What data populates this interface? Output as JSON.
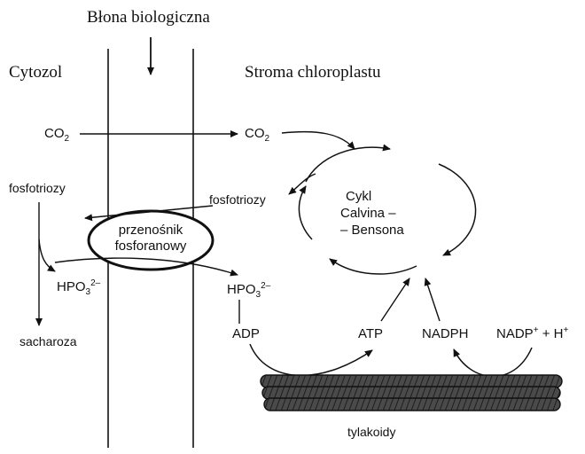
{
  "title": "Błona biologiczna",
  "compartments": {
    "left": "Cytozol",
    "right": "Stroma chloroplastu"
  },
  "molecules": {
    "co2_main": "CO",
    "co2_sub": "2",
    "fosfotriozy": "fosfotriozy",
    "hpo3_main": "HPO",
    "hpo3_sub": "3",
    "hpo3_sup": "2–",
    "sacharoza": "sacharoza",
    "adp": "ADP",
    "atp": "ATP",
    "nadph": "NADPH",
    "nadp_main": "NADP",
    "nadp_sup": "+",
    "nadp_plus": " + H",
    "h_sup": "+"
  },
  "transporter": {
    "line1": "przenośnik",
    "line2": "fosforanowy"
  },
  "cycle": {
    "line1": "Cykl",
    "line2": "Calvina –",
    "line3": "– Bensona"
  },
  "thylakoids": "tylakoidy",
  "colors": {
    "ink": "#111111",
    "thylakoid_fill": "#3a3a3a",
    "thylakoid_hatch": "#1a1a1a"
  }
}
